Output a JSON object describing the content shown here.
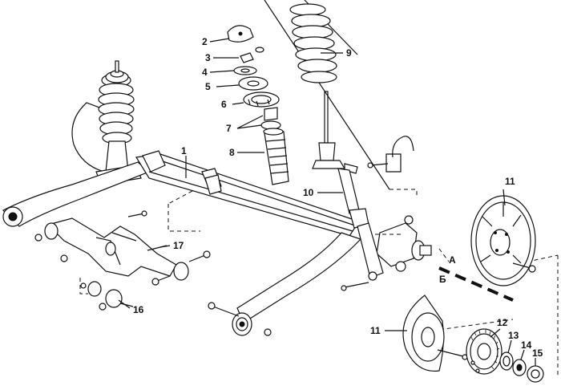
{
  "callouts": [
    {
      "id": "c1",
      "text": "1"
    },
    {
      "id": "c2",
      "text": "2"
    },
    {
      "id": "c3",
      "text": "3"
    },
    {
      "id": "c4",
      "text": "4"
    },
    {
      "id": "c5",
      "text": "5"
    },
    {
      "id": "c6",
      "text": "6"
    },
    {
      "id": "c7",
      "text": "7"
    },
    {
      "id": "c8",
      "text": "8"
    },
    {
      "id": "c9",
      "text": "9"
    },
    {
      "id": "c10",
      "text": "10"
    },
    {
      "id": "c11a",
      "text": "11"
    },
    {
      "id": "c11b",
      "text": "11"
    },
    {
      "id": "c12",
      "text": "12"
    },
    {
      "id": "c13",
      "text": "13"
    },
    {
      "id": "c14",
      "text": "14"
    },
    {
      "id": "c15",
      "text": "15"
    },
    {
      "id": "c16",
      "text": "16"
    },
    {
      "id": "c17",
      "text": "17"
    }
  ],
  "variants": {
    "a": "А",
    "b": "Б"
  }
}
